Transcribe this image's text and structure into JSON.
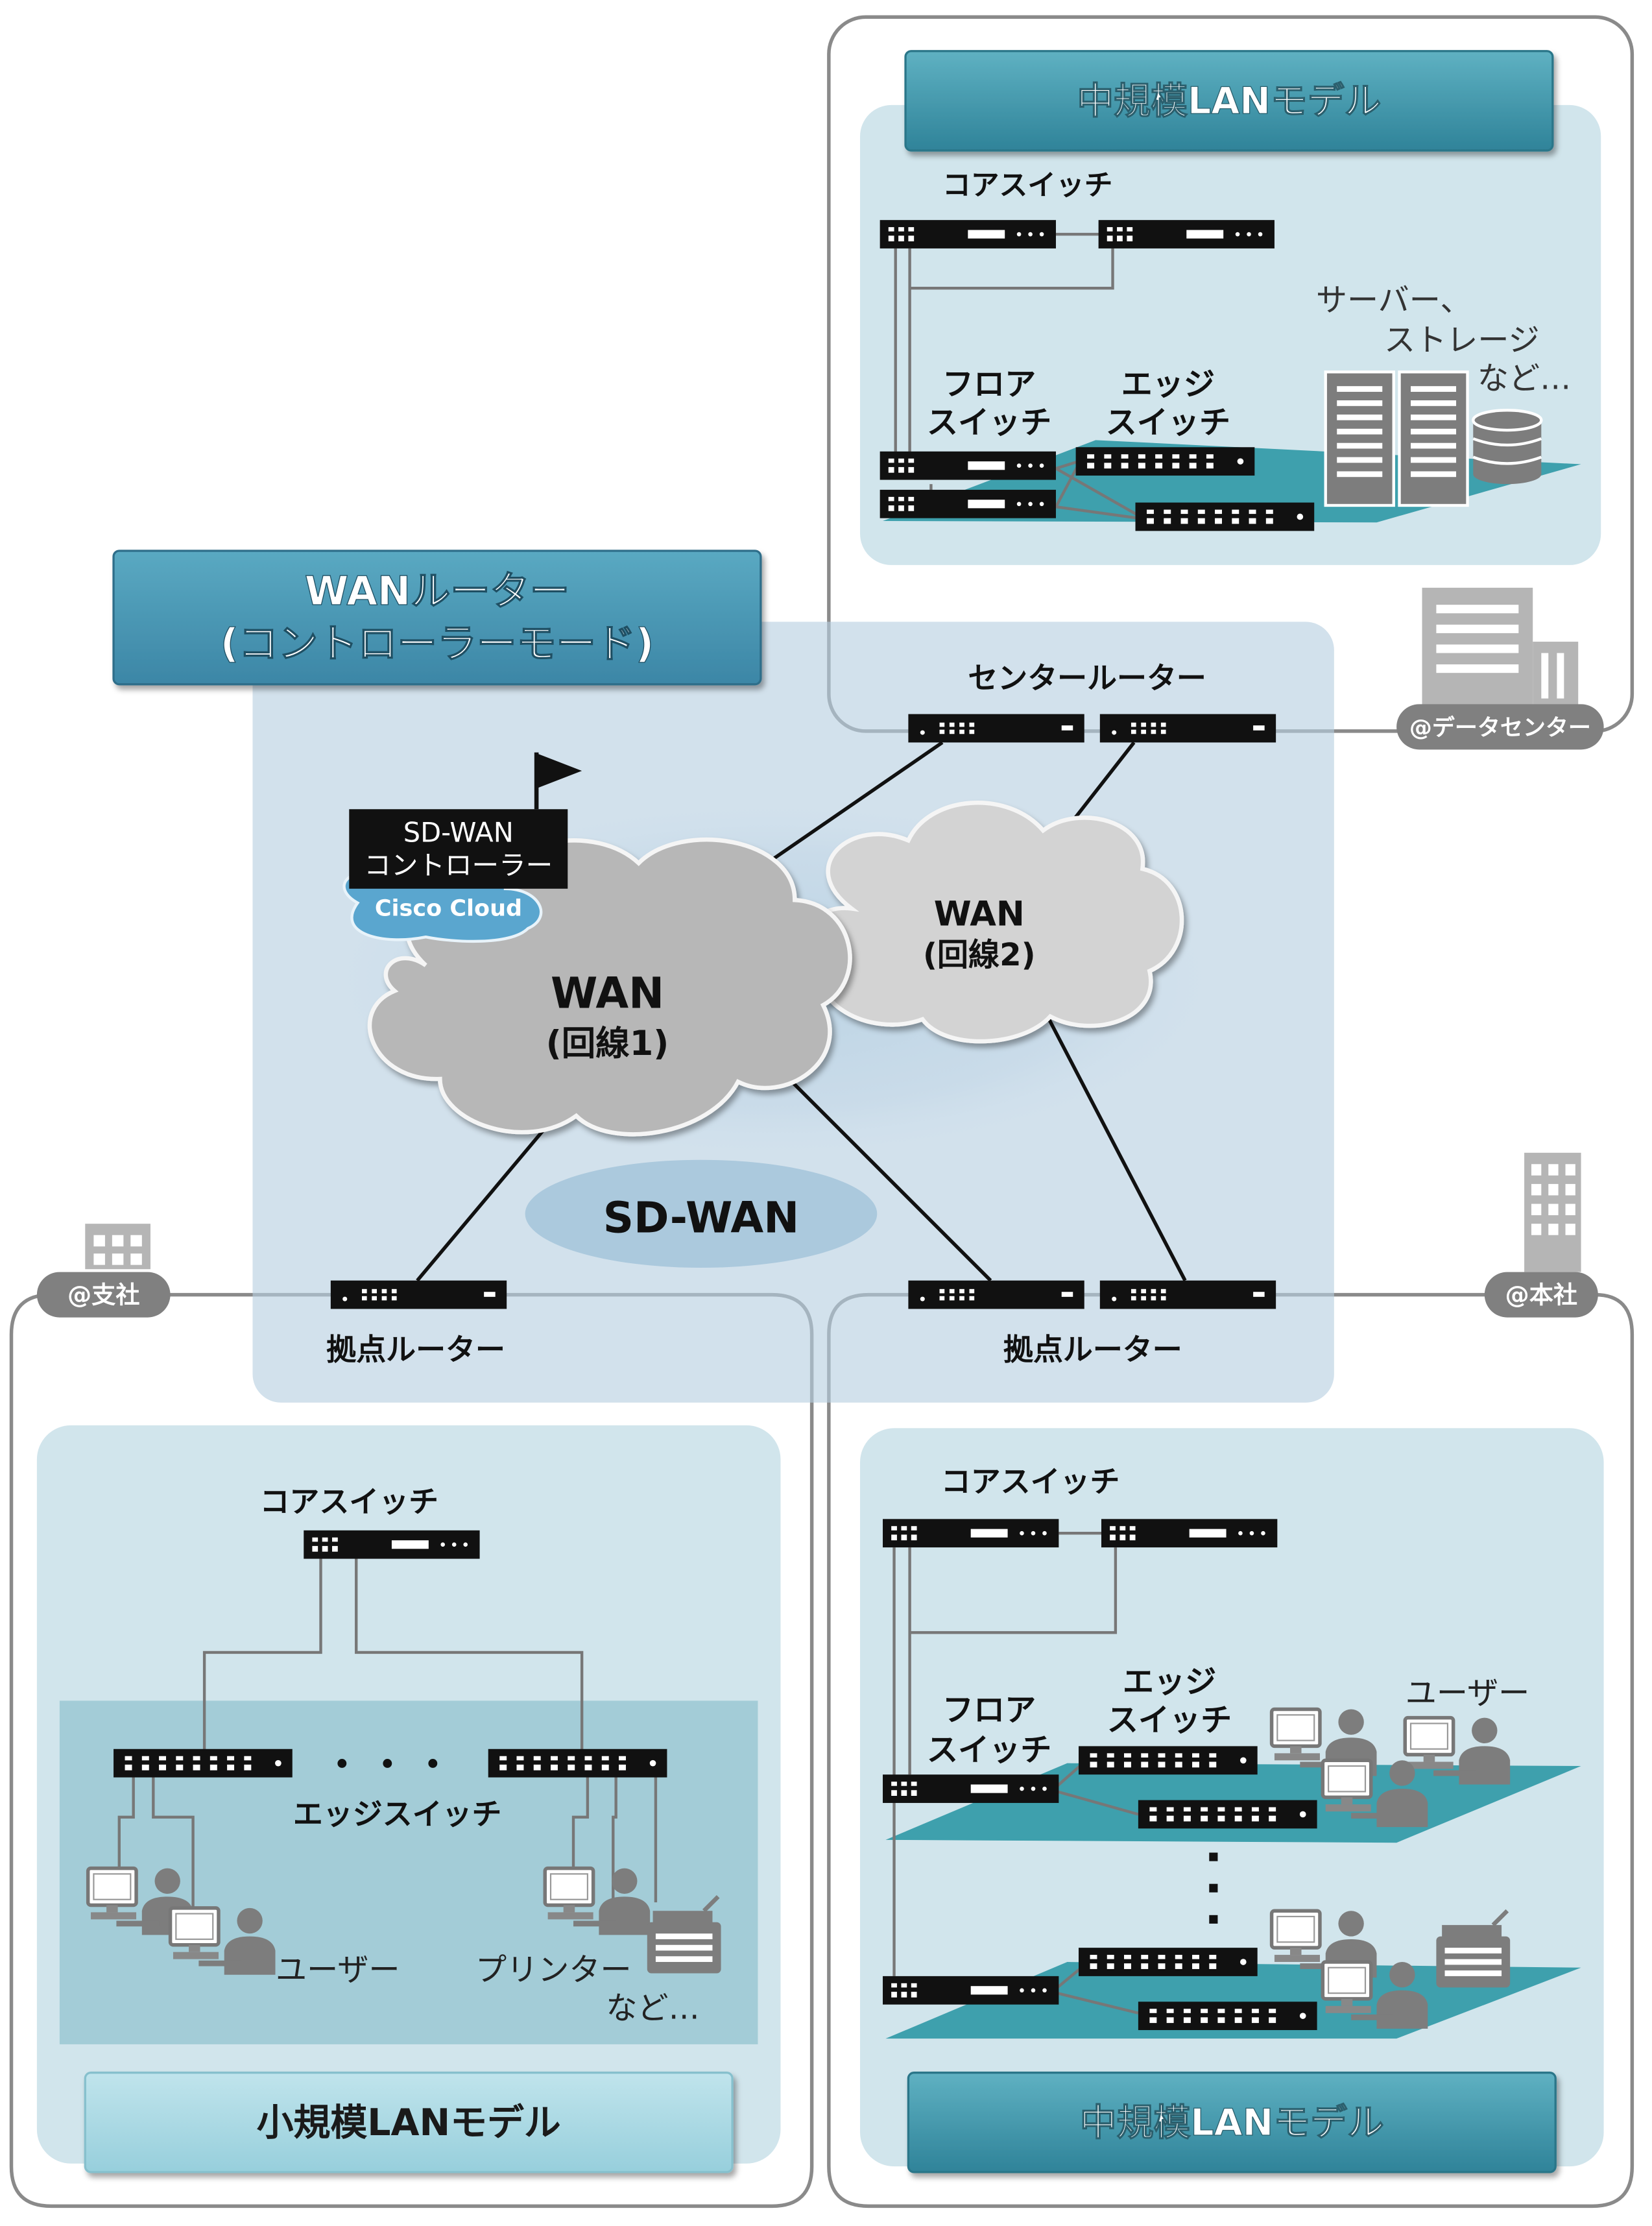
{
  "colors": {
    "site_border": "#8a8a8a",
    "panel_fill": "#d1e5ec",
    "sdwan_fill": "#b9d0e1",
    "teal_floor": "#3ea0ad",
    "banner_dark": "#3a93a7",
    "banner_light": "#a9d9e4",
    "device": "#111111",
    "cloud_gray": "#b7b7b7",
    "cloud_light": "#d2d2d2",
    "tag_gray": "#808080",
    "icon_gray": "#7d7d7d"
  },
  "wan_router_box": {
    "line1": "WANルーター",
    "line2": "(コントローラーモード)"
  },
  "controller": {
    "line1": "SD-WAN",
    "line2": "コントローラー",
    "cloud_label": "Cisco Cloud"
  },
  "clouds": {
    "wan1": {
      "label": "WAN",
      "sub": "(回線1)"
    },
    "wan2": {
      "label": "WAN",
      "sub": "(回線2)"
    },
    "sdwan": {
      "label": "SD-WAN"
    }
  },
  "datacenter": {
    "tag": "@データセンター",
    "model_title": "中規模LANモデル",
    "core_label": "コアスイッチ",
    "floor_label": [
      "フロア",
      "スイッチ"
    ],
    "edge_label": [
      "エッジ",
      "スイッチ"
    ],
    "server_label": [
      "サーバー、",
      "ストレージ",
      "など…"
    ],
    "router_label": "センタールーター"
  },
  "branch": {
    "tag": "@支社",
    "router_label": "拠点ルーター",
    "core_label": "コアスイッチ",
    "edge_label": "エッジスイッチ",
    "dots": "・・・",
    "user_label": "ユーザー",
    "printer_label": "プリンター",
    "etc_label": "など…",
    "model_title": "小規模LANモデル"
  },
  "hq": {
    "tag": "@本社",
    "router_label": "拠点ルーター",
    "core_label": "コアスイッチ",
    "floor_label": [
      "フロア",
      "スイッチ"
    ],
    "edge_label": [
      "エッジ",
      "スイッチ"
    ],
    "user_label": "ユーザー",
    "vdots": "・\n・\n・",
    "model_title": "中規模LANモデル"
  }
}
